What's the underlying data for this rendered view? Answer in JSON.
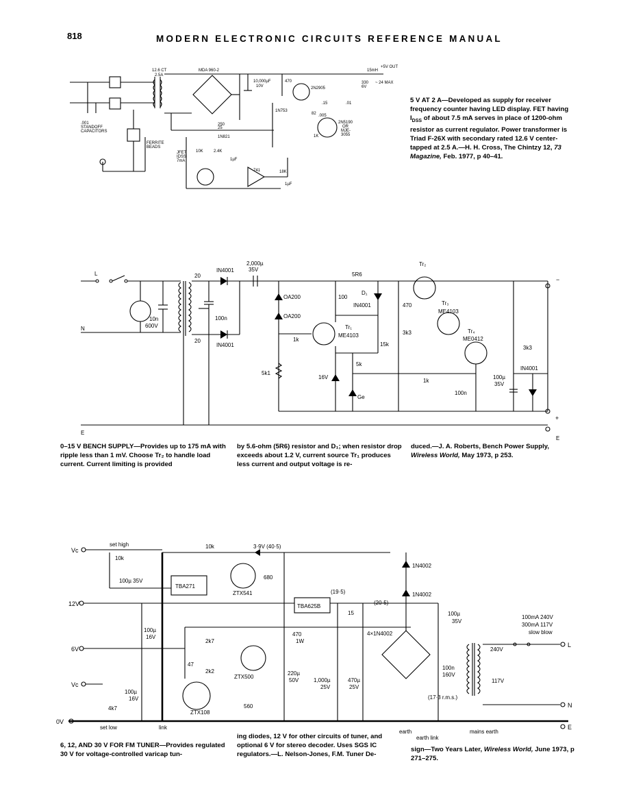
{
  "page": {
    "page_number": "818",
    "running_head": "MODERN ELECTRONIC CIRCUITS REFERENCE MANUAL"
  },
  "circuit1": {
    "caption_title": "5 V AT 2 A—",
    "caption_body": "Developed as supply for receiver frequency counter having LED display. FET having I",
    "caption_sub": "DSS",
    "caption_body2": " of about 7.5 mA serves in place of 1200-ohm resistor as current regulator. Power transformer is Triad F-26X with secondary rated 12.6 V center-tapped at 2.5 A.—H. H. Cross, The Chintzy 12, ",
    "caption_source_italic": "73 Magazine,",
    "caption_tail": " Feb. 1977, p 40–41.",
    "labels": {
      "transformer": "12.6 CT",
      "transformer_rating": "2.5A",
      "bridge": "MDA 960-2",
      "cap_main": "10,000µF",
      "cap_main_v": "10V",
      "r470": "470",
      "q1": "2N2905",
      "choke": "15mH",
      "out_v": "+5V OUT",
      "cap330": "330",
      "cap330_v": "6V",
      "out_i": "~ 24 MAX",
      "r15": ".15",
      "c01": ".01",
      "zener": "1N753",
      "r82": "82",
      "c005": ".005",
      "q2a": "2N5190",
      "q2b": "OR",
      "q2c": "MJE-",
      "q2d": "3055",
      "r1k": "1K",
      "c250": "250",
      "c250_v": "25",
      "d821": "1N821",
      "jfet": "JFET",
      "idss": "IDSS",
      "idss_v": "7mA",
      "r10k": "10K",
      "r24k": "2.4K",
      "c1uf": "1µF",
      "opamp": "741",
      "r18k": "18K",
      "c1uf2": "1µF",
      "note1": ".001",
      "note2": "STANDOFF",
      "note3": "CAPACITORS",
      "ferrite1": "FERRITE",
      "ferrite2": "BEADS"
    }
  },
  "circuit2": {
    "caption_col1": "0–15 V BENCH SUPPLY—Provides up to 175 mA with ripple less than 1 mV. Choose Tr₂ to handle load current. Current limiting is provided",
    "caption_col2": "by 5.6-ohm (5R6) resistor and D₁; when resistor drop exceeds about 1.2 V, current source Tr₁ produces less current and output voltage is re-",
    "caption_col3": "duced.—J. A. Roberts, Bench Power Supply, ",
    "caption_col3_italic": "Wireless World,",
    "caption_col3_tail": " May 1973, p 253.",
    "labels": {
      "L": "L",
      "N": "N",
      "E": "E",
      "neon_r": "10n",
      "neon_v": "600V",
      "sec_top": "20",
      "sec_bot": "20",
      "d_top": "IN4001",
      "d_bot": "IN4001",
      "cap_main": "2,000µ",
      "cap_main_v": "35V",
      "c100n": "100n",
      "oa1": "OA200",
      "oa2": "OA200",
      "r100": "100",
      "r5r6": "5R6",
      "d1": "D₁",
      "d1p": "IN4001",
      "tr1": "Tr₁",
      "tr1p": "ME4103",
      "r1k": "1k",
      "r5k1": "5k1",
      "r15k": "15k",
      "r5k": "5k",
      "z16": "16V",
      "ge": "Ge",
      "tr2": "Tr₂",
      "r470": "470",
      "tr3": "Tr₃",
      "tr3p": "ME4103",
      "r3k3": "3k3",
      "tr4": "Tr₄",
      "tr4p": "ME0412",
      "r3k3b": "3k3",
      "r1kb": "1k",
      "c100u": "100µ",
      "c100u_v": "35V",
      "c100nb": "100n",
      "dout": "IN4001",
      "minus": "−",
      "plus": "+"
    }
  },
  "circuit3": {
    "caption_col1": "6, 12, AND 30 V FOR FM TUNER—Provides regulated 30 V for voltage-controlled varicap tun-",
    "caption_col2": "ing diodes, 12 V for other circuits of tuner, and optional 6 V for stereo decoder. Uses SGS IC regulators.—L. Nelson-Jones, F.M. Tuner De-",
    "caption_col3": "sign—Two Years Later, ",
    "caption_col3_italic": "Wireless World,",
    "caption_col3_tail": " June 1973, p 271–275.",
    "labels": {
      "vc_plus": "Vc",
      "set_high": "set high",
      "r10k_a": "10k",
      "r10k_b": "10k",
      "z39": "3·9V (40·5)",
      "c100u35": "100µ 35V",
      "ic1": "TBA271",
      "tr_zt541": "ZTX541",
      "r680": "680",
      "d4002a": "1N4002",
      "d4002b": "1N4002",
      "v12": "12V",
      "ic2": "TBA625B",
      "v195": "(19·5)",
      "r15": "15",
      "v205": "(20·5)",
      "c100u_b": "100µ",
      "c100u_b_v": "35V",
      "fuse1": "100mA 240V",
      "fuse2": "300mA 117V",
      "fuse3": "slow blow",
      "c100u16": "100µ",
      "c100u16v": "16V",
      "r470": "470",
      "r470w": "1W",
      "bridge": "4×1N4002",
      "r2k7": "2k7",
      "tr_zt500": "ZTX500",
      "c220": "220µ",
      "c220v": "50V",
      "c1000": "1,000µ",
      "c1000v": "25V",
      "c470": "470µ",
      "c470v": "25V",
      "c100n": "100n",
      "c100nv": "160V",
      "v240": "240V",
      "v117": "117V",
      "v6": "6V",
      "r47": "47",
      "r2k2": "2k2",
      "vrms": "(17·3 r.m.s.)",
      "vc_minus": "Vc",
      "c100u_c": "100µ",
      "c100u_cv": "16V",
      "r4k7": "4k7",
      "tr_zt108": "ZTX108",
      "r560": "560",
      "ov": "0V",
      "set_low": "set low",
      "link": "link",
      "earth": "earth",
      "earth_link": "earth link",
      "mains_earth": "mains earth",
      "L": "L",
      "N": "N",
      "E": "E"
    }
  }
}
